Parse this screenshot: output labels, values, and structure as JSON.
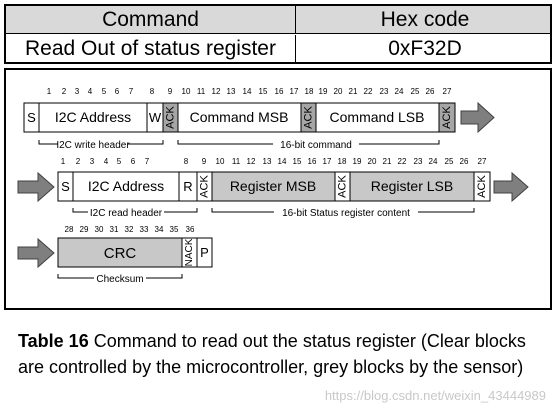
{
  "table": {
    "headers": [
      "Command",
      "Hex code"
    ],
    "row": [
      "Read Out of status register",
      "0xF32D"
    ]
  },
  "diagram": {
    "row1": {
      "bit_numbers": [
        "1",
        "2",
        "3",
        "4",
        "5",
        "6",
        "7",
        "8",
        "9",
        "10",
        "11",
        "12",
        "13",
        "14",
        "15",
        "16",
        "17",
        "18",
        "19",
        "20",
        "21",
        "22",
        "23",
        "24",
        "25",
        "26",
        "27"
      ],
      "start": "S",
      "address": "I2C Address",
      "rw": "W",
      "ack1": "ACK",
      "cmd_msb": "Command MSB",
      "ack2": "ACK",
      "cmd_lsb": "Command LSB",
      "ack3": "ACK",
      "brace1": "I2C write header",
      "brace2": "16-bit command"
    },
    "row2": {
      "bit_numbers": [
        "1",
        "2",
        "3",
        "4",
        "5",
        "6",
        "7",
        "8",
        "9",
        "10",
        "11",
        "12",
        "13",
        "14",
        "15",
        "16",
        "17",
        "18",
        "19",
        "20",
        "21",
        "22",
        "23",
        "24",
        "25",
        "26",
        "27"
      ],
      "start": "S",
      "address": "I2C Address",
      "rw": "R",
      "ack1": "ACK",
      "reg_msb": "Register MSB",
      "ack2": "ACK",
      "reg_lsb": "Register LSB",
      "ack3": "ACK",
      "brace1": "I2C read header",
      "brace2": "16-bit Status register content"
    },
    "row3": {
      "bit_numbers": [
        "28",
        "29",
        "30",
        "31",
        "32",
        "33",
        "34",
        "35",
        "36"
      ],
      "crc": "CRC",
      "nack": "NACK",
      "stop": "P",
      "brace": "Checksum"
    }
  },
  "caption": {
    "label": "Table 16",
    "text": " Command to read out the status register (Clear blocks are controlled by the microcontroller, grey blocks by the sensor)"
  },
  "watermark": "https://blog.csdn.net/weixin_43444989",
  "colors": {
    "grey_block": "#c8c8c8",
    "ack_grey": "#a6a6a6",
    "arrow": "#7f7f7f",
    "header_bg": "#d9d9d9"
  }
}
